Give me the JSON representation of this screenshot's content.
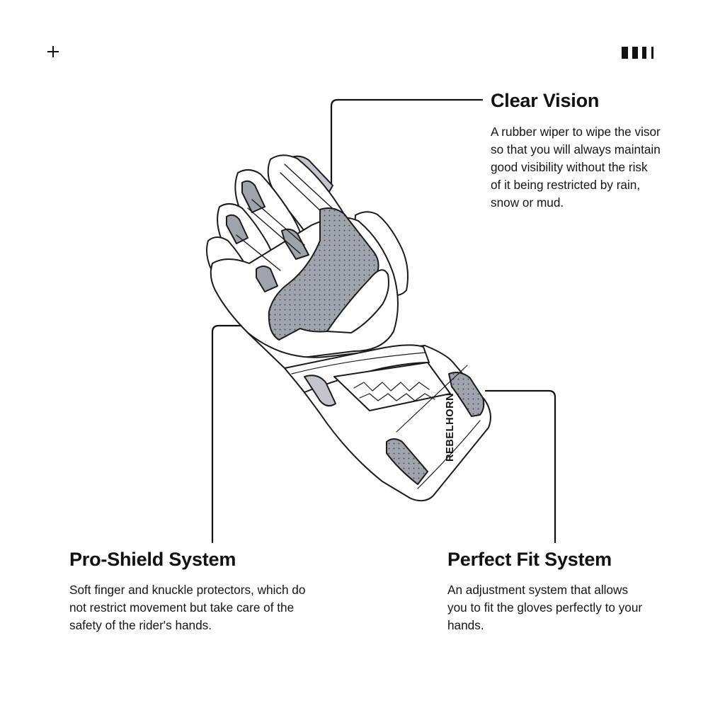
{
  "brand_text": "REBELHORN",
  "icons": {
    "top_left": "plus-icon",
    "top_right": "bars-icon"
  },
  "colors": {
    "ink": "#111111",
    "glove_white": "#ffffff",
    "glove_grey": "#9fa3ab",
    "glove_grey_light": "#c2c5cb"
  },
  "features": {
    "clear_vision": {
      "title": "Clear Vision",
      "description": "A rubber wiper to wipe the visor so that you will always maintain good visibility without the risk of it being restricted by rain, snow or mud."
    },
    "pro_shield": {
      "title": "Pro-Shield System",
      "description": "Soft finger and knuckle protectors, which do not restrict movement but take care of the safety of the rider's hands."
    },
    "perfect_fit": {
      "title": "Perfect Fit System",
      "description": "An adjustment system that allows you to fit the gloves perfectly to your hands."
    }
  }
}
